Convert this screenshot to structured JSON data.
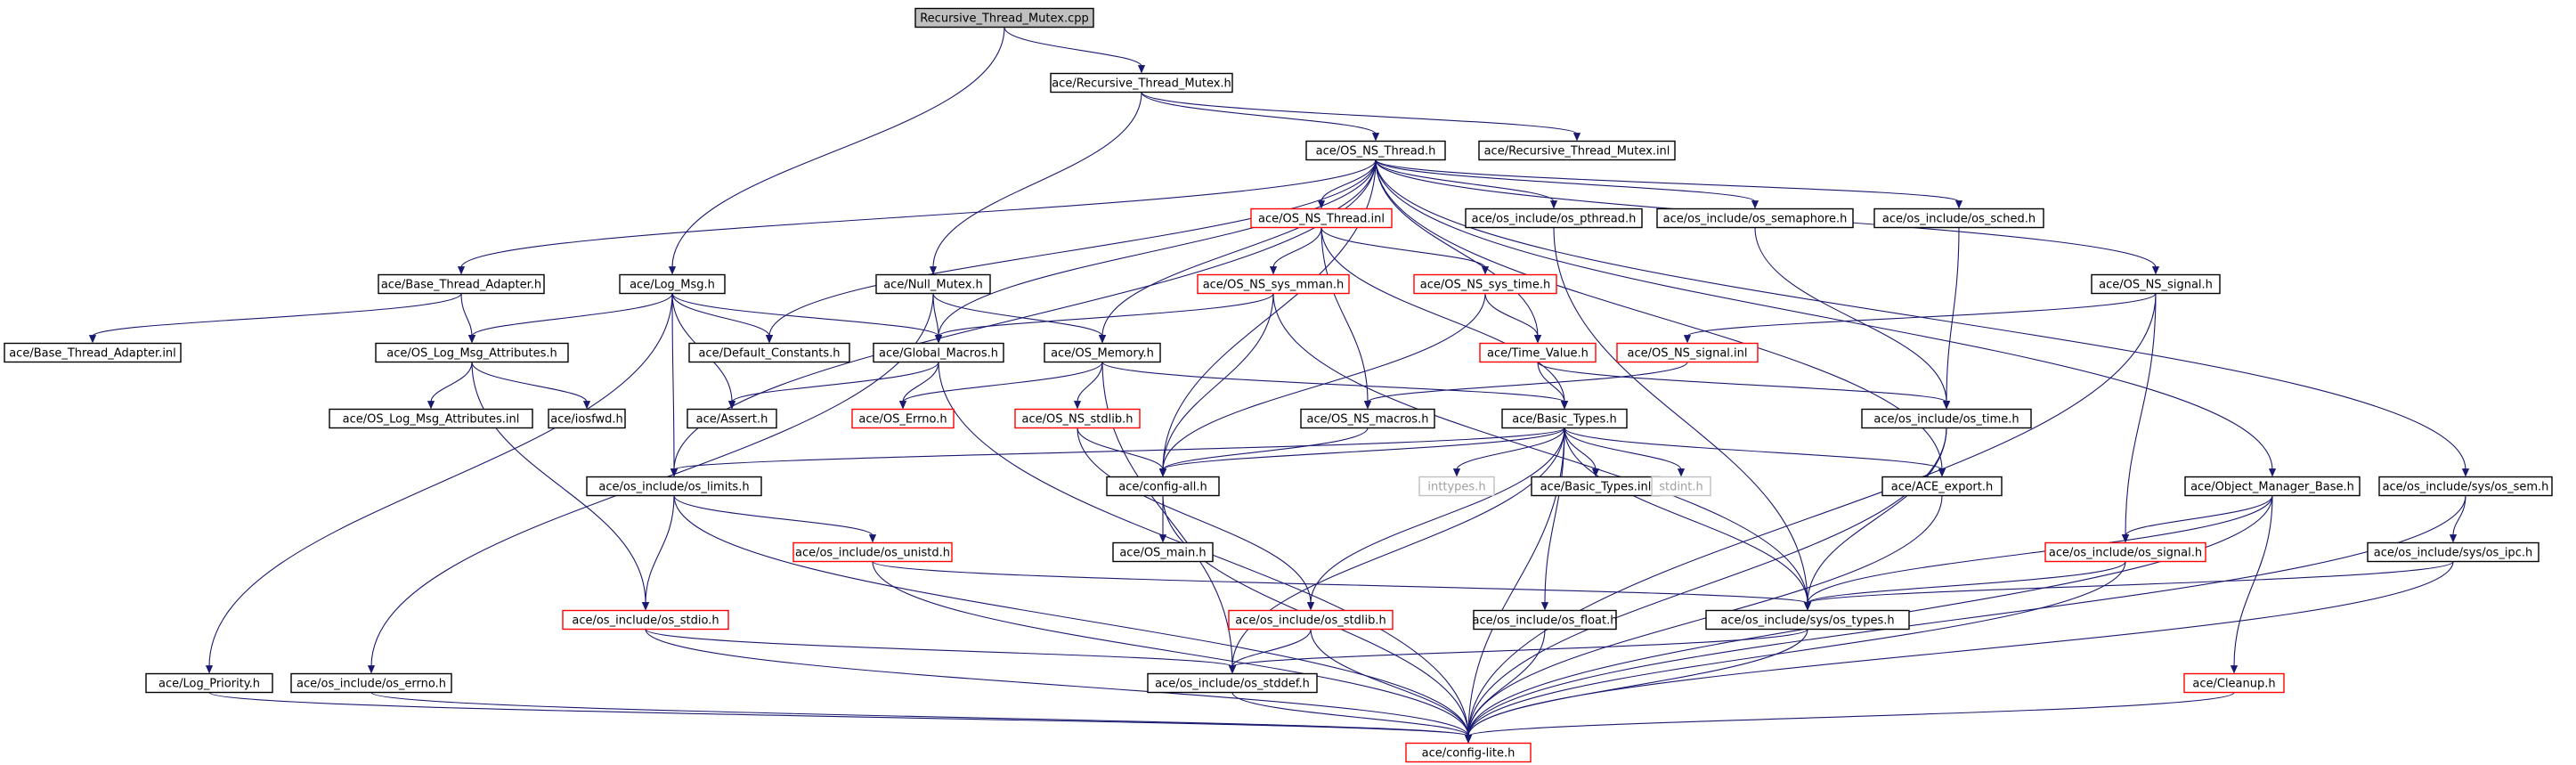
{
  "colors": {
    "root_fill": "#bfbfbf",
    "node_fill": "#ffffff",
    "border_normal": "#000000",
    "border_link": "#ff0000",
    "border_external": "#bfbfbf",
    "text_normal": "#000000",
    "text_external": "#a0a0a0",
    "edge": "#191970"
  },
  "nodes": [
    {
      "id": "rtm_cpp",
      "label": "Recursive_Thread_Mutex.cpp",
      "kind": "root"
    },
    {
      "id": "rtm_h",
      "label": "ace/Recursive_Thread_Mutex.h",
      "kind": "normal"
    },
    {
      "id": "ns_thread_h",
      "label": "ace/OS_NS_Thread.h",
      "kind": "normal"
    },
    {
      "id": "rtm_inl",
      "label": "ace/Recursive_Thread_Mutex.inl",
      "kind": "normal"
    },
    {
      "id": "ns_thread_inl",
      "label": "ace/OS_NS_Thread.inl",
      "kind": "link"
    },
    {
      "id": "os_pthread",
      "label": "ace/os_include/os_pthread.h",
      "kind": "normal"
    },
    {
      "id": "os_semaphore",
      "label": "ace/os_include/os_semaphore.h",
      "kind": "normal"
    },
    {
      "id": "os_sched",
      "label": "ace/os_include/os_sched.h",
      "kind": "normal"
    },
    {
      "id": "base_thread_adapter",
      "label": "ace/Base_Thread_Adapter.h",
      "kind": "normal"
    },
    {
      "id": "log_msg",
      "label": "ace/Log_Msg.h",
      "kind": "normal"
    },
    {
      "id": "null_mutex",
      "label": "ace/Null_Mutex.h",
      "kind": "normal"
    },
    {
      "id": "ns_sys_mman",
      "label": "ace/OS_NS_sys_mman.h",
      "kind": "link"
    },
    {
      "id": "ns_sys_time",
      "label": "ace/OS_NS_sys_time.h",
      "kind": "link"
    },
    {
      "id": "ns_signal_h",
      "label": "ace/OS_NS_signal.h",
      "kind": "normal"
    },
    {
      "id": "base_thread_adapter_inl",
      "label": "ace/Base_Thread_Adapter.inl",
      "kind": "normal"
    },
    {
      "id": "os_log_msg_attr",
      "label": "ace/OS_Log_Msg_Attributes.h",
      "kind": "normal"
    },
    {
      "id": "default_constants",
      "label": "ace/Default_Constants.h",
      "kind": "normal"
    },
    {
      "id": "global_macros",
      "label": "ace/Global_Macros.h",
      "kind": "normal"
    },
    {
      "id": "os_memory",
      "label": "ace/OS_Memory.h",
      "kind": "normal"
    },
    {
      "id": "time_value",
      "label": "ace/Time_Value.h",
      "kind": "link"
    },
    {
      "id": "ns_signal_inl",
      "label": "ace/OS_NS_signal.inl",
      "kind": "link"
    },
    {
      "id": "os_log_msg_attr_inl",
      "label": "ace/OS_Log_Msg_Attributes.inl",
      "kind": "normal"
    },
    {
      "id": "iosfwd",
      "label": "ace/iosfwd.h",
      "kind": "normal"
    },
    {
      "id": "assert_h",
      "label": "ace/Assert.h",
      "kind": "normal"
    },
    {
      "id": "os_errno",
      "label": "ace/OS_Errno.h",
      "kind": "link"
    },
    {
      "id": "ns_stdlib",
      "label": "ace/OS_NS_stdlib.h",
      "kind": "link"
    },
    {
      "id": "ns_macros",
      "label": "ace/OS_NS_macros.h",
      "kind": "normal"
    },
    {
      "id": "basic_types",
      "label": "ace/Basic_Types.h",
      "kind": "normal"
    },
    {
      "id": "os_time",
      "label": "ace/os_include/os_time.h",
      "kind": "normal"
    },
    {
      "id": "os_limits",
      "label": "ace/os_include/os_limits.h",
      "kind": "normal"
    },
    {
      "id": "config_all",
      "label": "ace/config-all.h",
      "kind": "normal"
    },
    {
      "id": "inttypes",
      "label": "inttypes.h",
      "kind": "external"
    },
    {
      "id": "basic_types_inl",
      "label": "ace/Basic_Types.inl",
      "kind": "normal"
    },
    {
      "id": "stdint",
      "label": "stdint.h",
      "kind": "external"
    },
    {
      "id": "ace_export",
      "label": "ace/ACE_export.h",
      "kind": "normal"
    },
    {
      "id": "object_manager_base",
      "label": "ace/Object_Manager_Base.h",
      "kind": "normal"
    },
    {
      "id": "sys_os_sem",
      "label": "ace/os_include/sys/os_sem.h",
      "kind": "normal"
    },
    {
      "id": "os_main",
      "label": "ace/OS_main.h",
      "kind": "normal"
    },
    {
      "id": "os_unistd",
      "label": "ace/os_include/os_unistd.h",
      "kind": "link"
    },
    {
      "id": "os_signal",
      "label": "ace/os_include/os_signal.h",
      "kind": "link"
    },
    {
      "id": "sys_os_ipc",
      "label": "ace/os_include/sys/os_ipc.h",
      "kind": "normal"
    },
    {
      "id": "os_stdio",
      "label": "ace/os_include/os_stdio.h",
      "kind": "link"
    },
    {
      "id": "os_stdlib",
      "label": "ace/os_include/os_stdlib.h",
      "kind": "link"
    },
    {
      "id": "os_float",
      "label": "ace/os_include/os_float.h",
      "kind": "normal"
    },
    {
      "id": "sys_os_types",
      "label": "ace/os_include/sys/os_types.h",
      "kind": "normal"
    },
    {
      "id": "log_priority",
      "label": "ace/Log_Priority.h",
      "kind": "normal"
    },
    {
      "id": "os_errno_h",
      "label": "ace/os_include/os_errno.h",
      "kind": "normal"
    },
    {
      "id": "os_stddef",
      "label": "ace/os_include/os_stddef.h",
      "kind": "normal"
    },
    {
      "id": "cleanup",
      "label": "ace/Cleanup.h",
      "kind": "link"
    },
    {
      "id": "config_lite",
      "label": "ace/config-lite.h",
      "kind": "link"
    }
  ],
  "edges": [
    [
      "rtm_cpp",
      "rtm_h"
    ],
    [
      "rtm_cpp",
      "log_msg"
    ],
    [
      "rtm_h",
      "ns_thread_h"
    ],
    [
      "rtm_h",
      "rtm_inl"
    ],
    [
      "rtm_h",
      "null_mutex"
    ],
    [
      "ns_thread_h",
      "ns_thread_inl"
    ],
    [
      "ns_thread_h",
      "os_pthread"
    ],
    [
      "ns_thread_h",
      "os_semaphore"
    ],
    [
      "ns_thread_h",
      "os_sched"
    ],
    [
      "ns_thread_h",
      "base_thread_adapter"
    ],
    [
      "ns_thread_h",
      "ns_signal_h"
    ],
    [
      "ns_thread_h",
      "default_constants"
    ],
    [
      "ns_thread_h",
      "global_macros"
    ],
    [
      "ns_thread_h",
      "os_memory"
    ],
    [
      "ns_thread_h",
      "time_value"
    ],
    [
      "ns_thread_h",
      "config_all"
    ],
    [
      "ns_thread_h",
      "ace_export"
    ],
    [
      "ns_thread_h",
      "object_manager_base"
    ],
    [
      "ns_thread_h",
      "sys_os_sem"
    ],
    [
      "ns_thread_h",
      "os_limits"
    ],
    [
      "ns_thread_inl",
      "ns_sys_mman"
    ],
    [
      "ns_thread_inl",
      "ns_sys_time"
    ],
    [
      "ns_thread_inl",
      "ns_macros"
    ],
    [
      "ns_thread_inl",
      "basic_types"
    ],
    [
      "os_pthread",
      "sys_os_types"
    ],
    [
      "os_semaphore",
      "os_time"
    ],
    [
      "os_sched",
      "os_time"
    ],
    [
      "base_thread_adapter",
      "base_thread_adapter_inl"
    ],
    [
      "base_thread_adapter",
      "os_log_msg_attr"
    ],
    [
      "log_msg",
      "os_log_msg_attr"
    ],
    [
      "log_msg",
      "default_constants"
    ],
    [
      "log_msg",
      "global_macros"
    ],
    [
      "log_msg",
      "assert_h"
    ],
    [
      "log_msg",
      "os_limits"
    ],
    [
      "log_msg",
      "log_priority"
    ],
    [
      "null_mutex",
      "global_macros"
    ],
    [
      "null_mutex",
      "os_memory"
    ],
    [
      "null_mutex",
      "os_errno_h"
    ],
    [
      "ns_sys_mman",
      "global_macros"
    ],
    [
      "ns_sys_mman",
      "config_all"
    ],
    [
      "ns_sys_mman",
      "sys_os_types"
    ],
    [
      "ns_sys_time",
      "time_value"
    ],
    [
      "ns_sys_time",
      "config_all"
    ],
    [
      "ns_signal_h",
      "ns_signal_inl"
    ],
    [
      "ns_signal_h",
      "os_signal"
    ],
    [
      "ns_signal_h",
      "config_lite"
    ],
    [
      "os_log_msg_attr",
      "os_log_msg_attr_inl"
    ],
    [
      "os_log_msg_attr",
      "iosfwd"
    ],
    [
      "os_log_msg_attr",
      "os_stdio"
    ],
    [
      "global_macros",
      "assert_h"
    ],
    [
      "global_macros",
      "os_errno"
    ],
    [
      "global_macros",
      "config_lite"
    ],
    [
      "os_memory",
      "os_errno"
    ],
    [
      "os_memory",
      "ns_stdlib"
    ],
    [
      "os_memory",
      "basic_types"
    ],
    [
      "os_memory",
      "os_stddef"
    ],
    [
      "time_value",
      "basic_types"
    ],
    [
      "time_value",
      "os_time"
    ],
    [
      "ns_signal_inl",
      "ns_macros"
    ],
    [
      "ns_stdlib",
      "config_all"
    ],
    [
      "ns_stdlib",
      "os_stdlib"
    ],
    [
      "ns_macros",
      "config_all"
    ],
    [
      "basic_types",
      "os_limits"
    ],
    [
      "basic_types",
      "config_all"
    ],
    [
      "basic_types",
      "inttypes"
    ],
    [
      "basic_types",
      "basic_types_inl"
    ],
    [
      "basic_types",
      "stdint"
    ],
    [
      "basic_types",
      "ace_export"
    ],
    [
      "basic_types",
      "os_float"
    ],
    [
      "basic_types",
      "sys_os_types"
    ],
    [
      "basic_types",
      "os_stdlib"
    ],
    [
      "basic_types",
      "os_stddef"
    ],
    [
      "basic_types",
      "config_lite"
    ],
    [
      "os_time",
      "sys_os_types"
    ],
    [
      "os_time",
      "config_lite"
    ],
    [
      "os_limits",
      "os_unistd"
    ],
    [
      "os_limits",
      "os_stdio"
    ],
    [
      "os_limits",
      "config_lite"
    ],
    [
      "config_all",
      "os_main"
    ],
    [
      "config_all",
      "config_lite"
    ],
    [
      "ace_export",
      "config_lite"
    ],
    [
      "object_manager_base",
      "os_signal"
    ],
    [
      "object_manager_base",
      "sys_os_types"
    ],
    [
      "object_manager_base",
      "cleanup"
    ],
    [
      "object_manager_base",
      "config_lite"
    ],
    [
      "sys_os_sem",
      "sys_os_ipc"
    ],
    [
      "sys_os_sem",
      "config_lite"
    ],
    [
      "os_unistd",
      "sys_os_types"
    ],
    [
      "os_unistd",
      "config_lite"
    ],
    [
      "os_signal",
      "sys_os_types"
    ],
    [
      "os_signal",
      "config_lite"
    ],
    [
      "sys_os_ipc",
      "sys_os_types"
    ],
    [
      "sys_os_ipc",
      "config_lite"
    ],
    [
      "os_stdio",
      "os_stddef"
    ],
    [
      "os_stdio",
      "config_lite"
    ],
    [
      "os_stdlib",
      "os_stddef"
    ],
    [
      "os_stdlib",
      "config_lite"
    ],
    [
      "os_float",
      "config_lite"
    ],
    [
      "sys_os_types",
      "os_stddef"
    ],
    [
      "sys_os_types",
      "config_lite"
    ],
    [
      "log_priority",
      "config_lite"
    ],
    [
      "os_errno_h",
      "config_lite"
    ],
    [
      "os_stddef",
      "config_lite"
    ],
    [
      "cleanup",
      "config_lite"
    ]
  ]
}
